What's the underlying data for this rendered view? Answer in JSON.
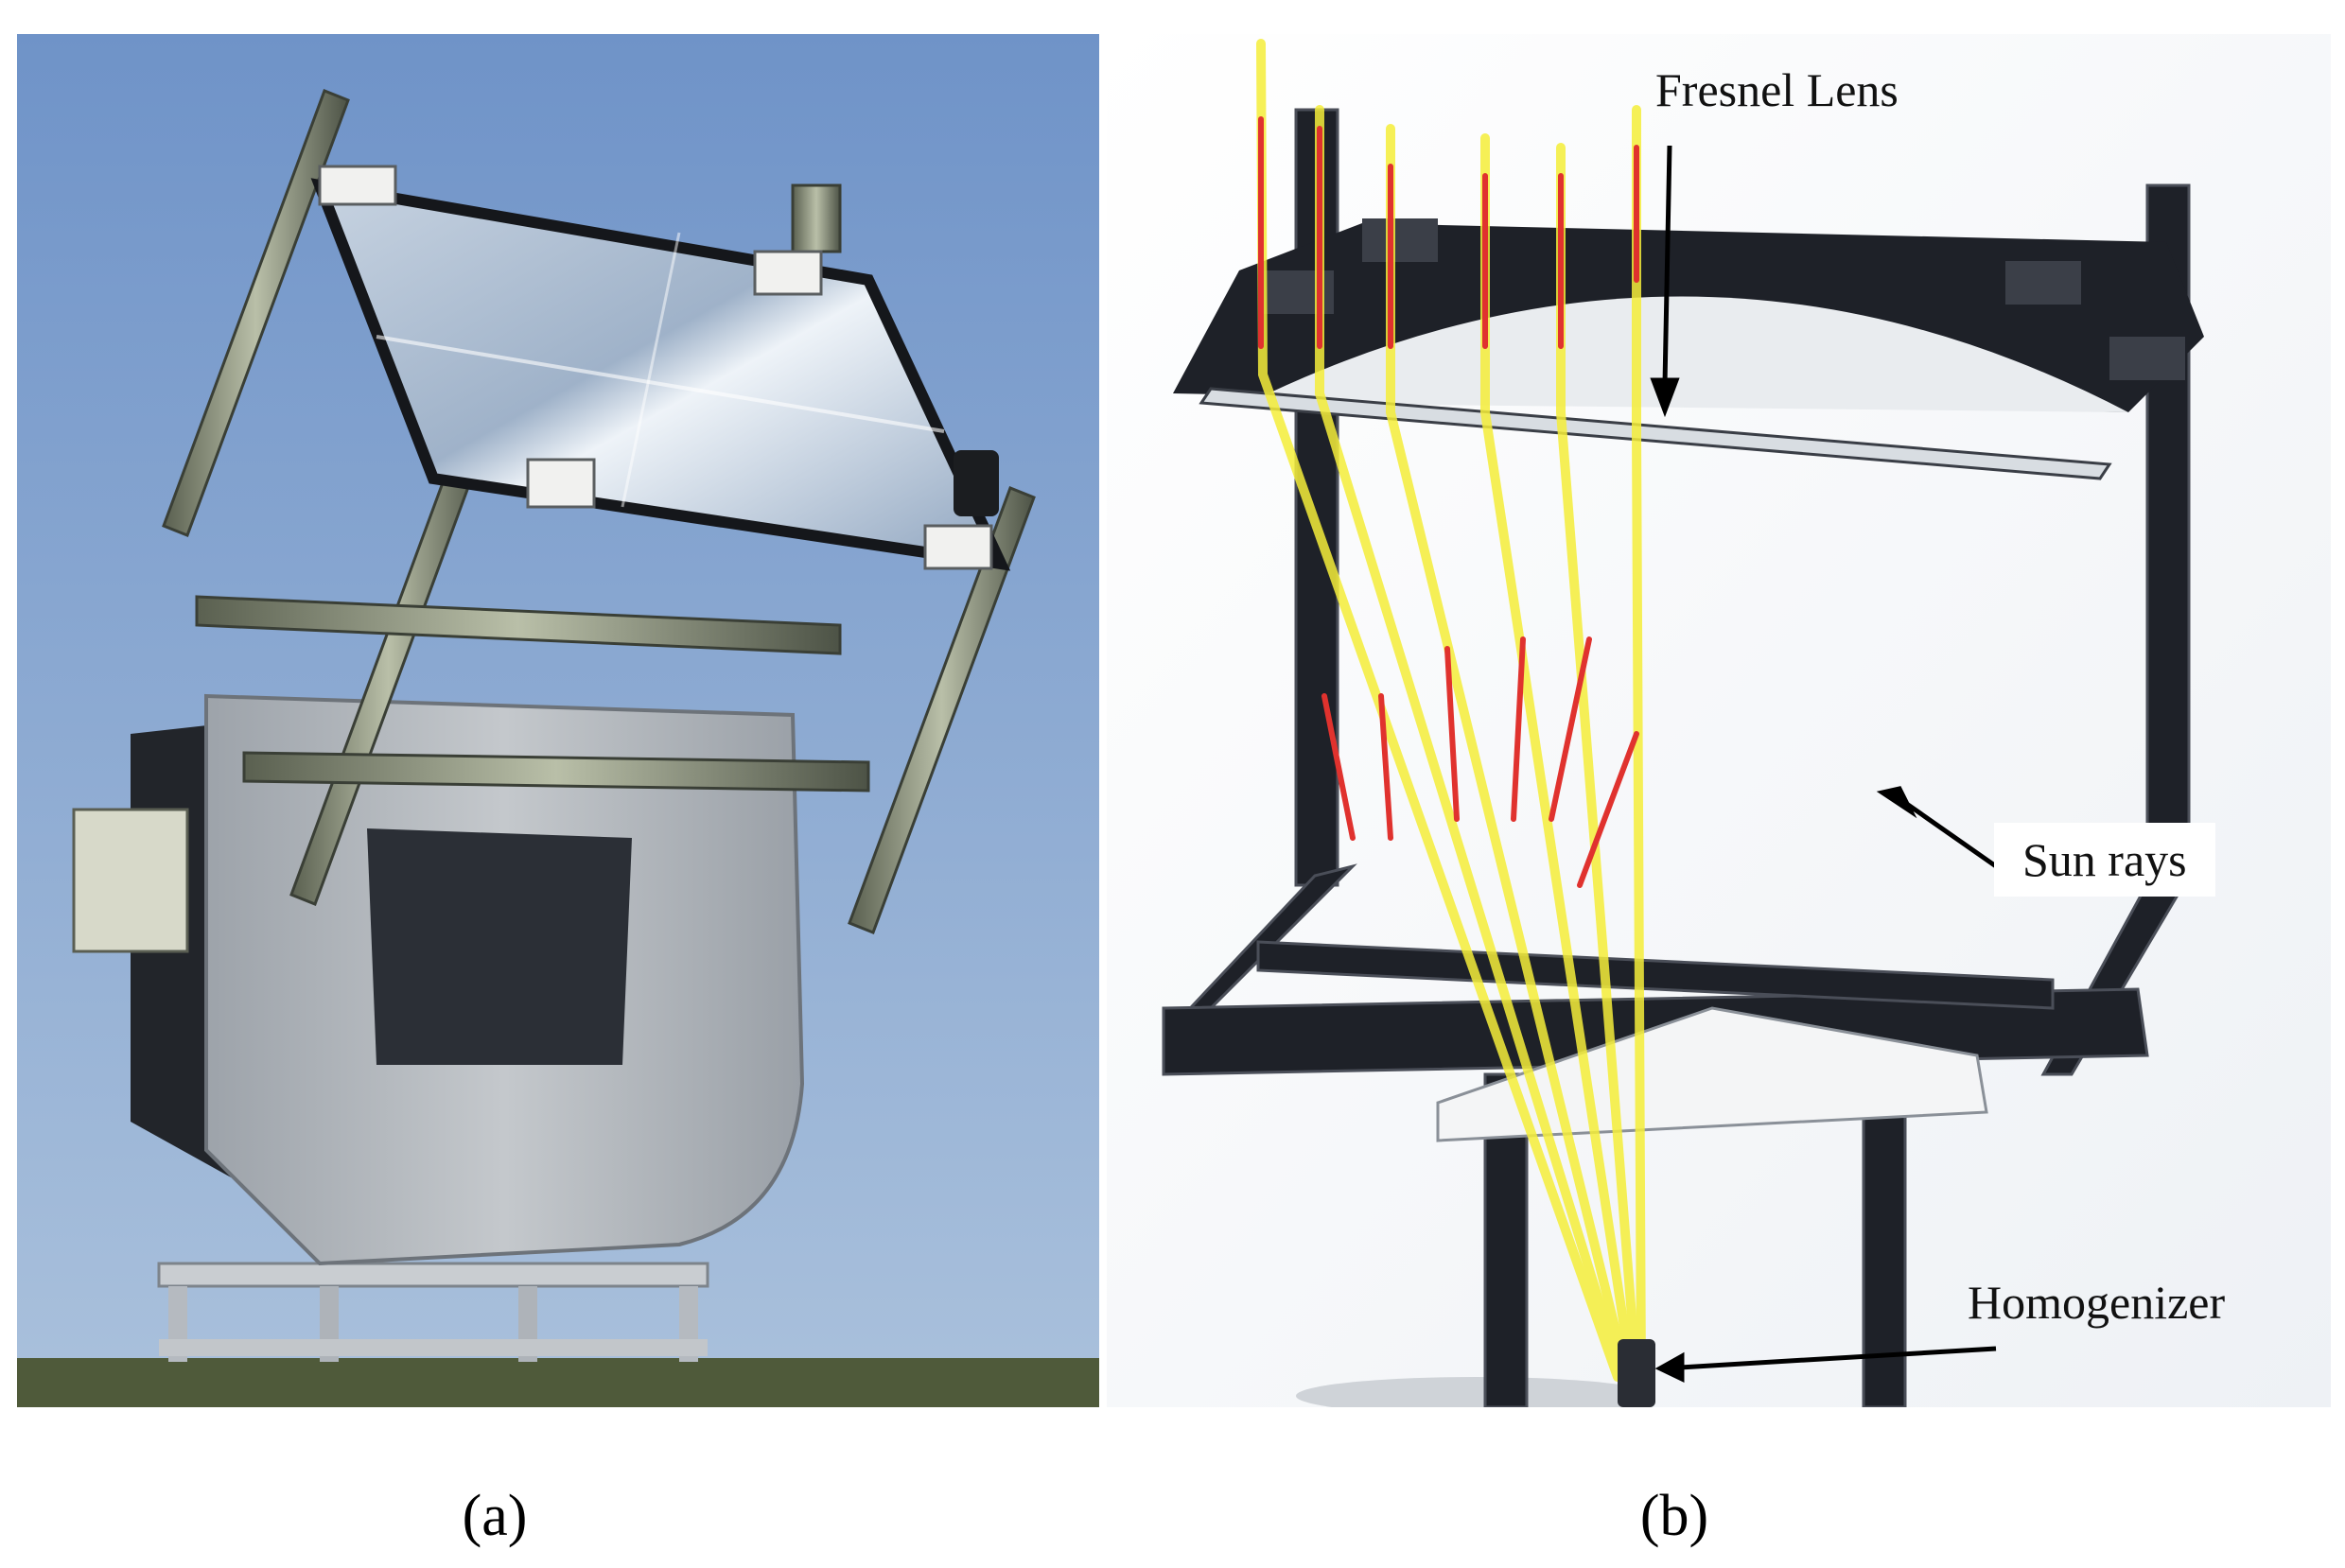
{
  "figure": {
    "captions": {
      "a": "(a)",
      "b": "(b)"
    },
    "labels": {
      "fresnel_lens": "Fresnel Lens",
      "sun_rays": "Sun rays",
      "homogenizer": "Homogenizer"
    },
    "colors": {
      "sky_top": "#6f93c8",
      "sky_bottom": "#a8c0dc",
      "ray_yellow": "#f5ee3a",
      "ray_red": "#e0322e",
      "frame_dark": "#1e2128"
    }
  }
}
